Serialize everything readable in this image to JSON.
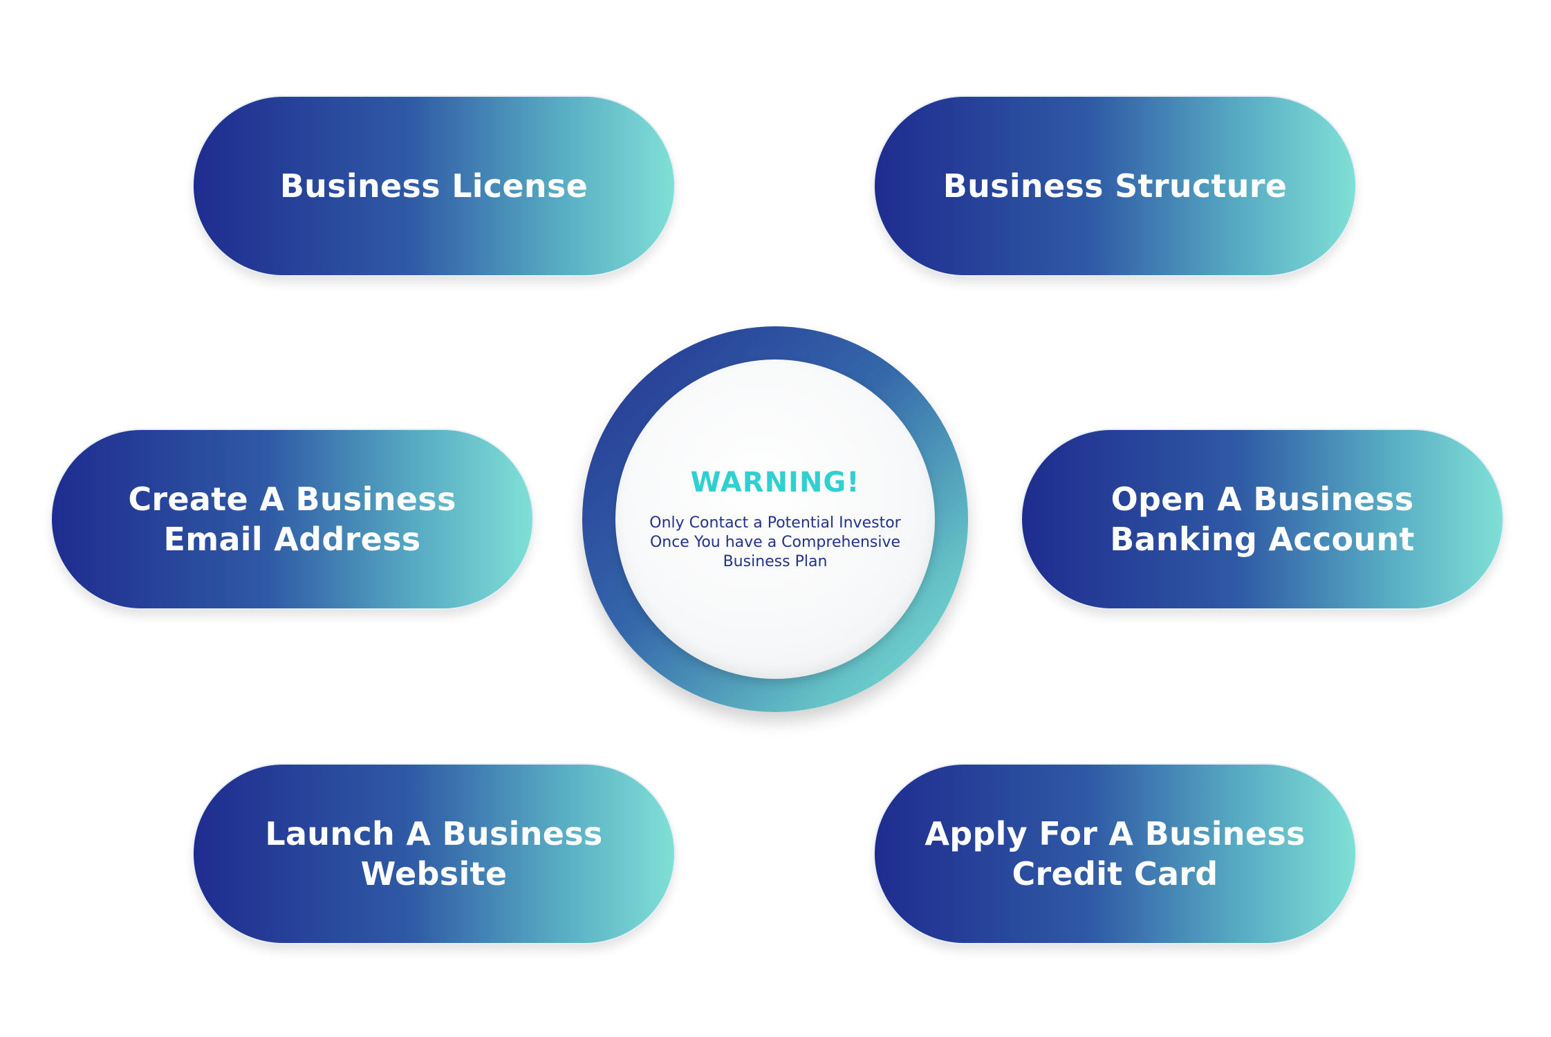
{
  "pills": {
    "top_left": [
      "Business License"
    ],
    "top_right": [
      "Business Structure"
    ],
    "middle_left": [
      "Create A Business",
      "Email Address"
    ],
    "middle_right": [
      "Open A Business",
      "Banking Account"
    ],
    "bottom_left": [
      "Launch A Business",
      "Website"
    ],
    "bottom_right": [
      "Apply For A Business",
      "Credit Card"
    ]
  },
  "center": {
    "title": "WARNING!",
    "lines": [
      "Only Contact a Potential Investor",
      "Once You have a Comprehensive",
      "Business Plan"
    ]
  },
  "colors": {
    "gradient_start": "#1f2c8f",
    "gradient_end": "#7fe0d6",
    "warning_title": "#2fd0cf",
    "warning_text": "#23308c"
  }
}
